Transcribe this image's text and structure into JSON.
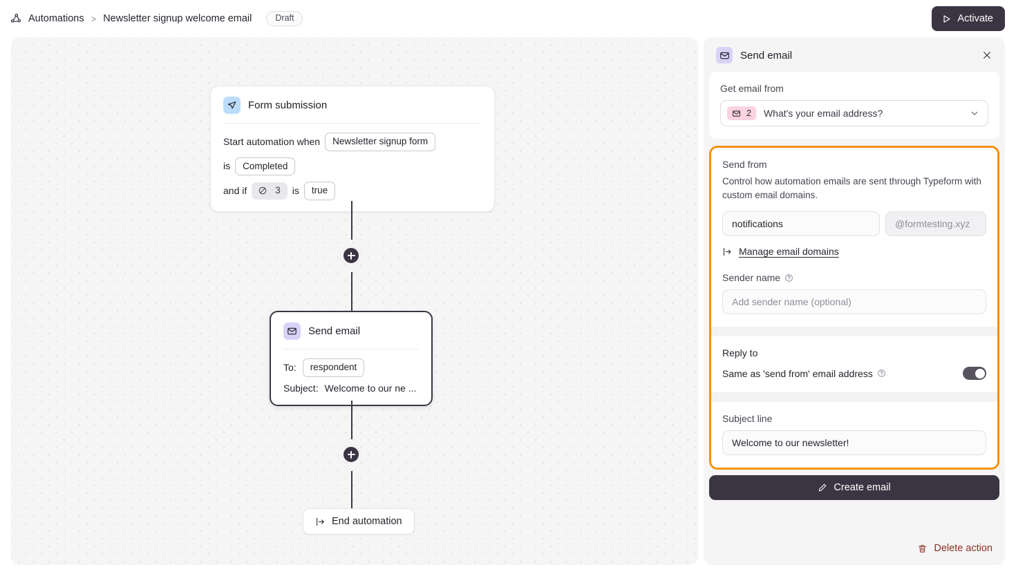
{
  "header": {
    "breadcrumb_icon": "workflow-icon",
    "breadcrumb_root": "Automations",
    "breadcrumb_separator": ">",
    "breadcrumb_current": "Newsletter signup welcome email",
    "status_badge": "Draft",
    "activate_label": "Activate",
    "activate_icon": "play-icon",
    "activate_bg": "#3b3543"
  },
  "canvas": {
    "trigger_card": {
      "icon": "paper-plane-icon",
      "icon_bg": "#bcdcfb",
      "title": "Form submission",
      "row1_prefix": "Start automation when",
      "row1_chip": "Newsletter signup form",
      "row2_prefix": "is",
      "row2_chip": "Completed",
      "row3_prefix": "and if",
      "row3_field_icon": "circle-slash-icon",
      "row3_field_count": "3",
      "row3_mid": "is",
      "row3_chip": "true"
    },
    "action_card": {
      "icon": "envelope-icon",
      "icon_bg": "#d9d2f7",
      "title": "Send email",
      "to_label": "To:",
      "to_chip": "respondent",
      "subject_label": "Subject:",
      "subject_value": "Welcome to our ne ..."
    },
    "add_step_icon": "plus-icon",
    "end_button": {
      "icon": "exit-icon",
      "label": "End automation"
    }
  },
  "panel": {
    "icon": "envelope-icon",
    "title": "Send email",
    "close_icon": "close-icon",
    "get_email_from": {
      "label": "Get email from",
      "badge_icon": "envelope-icon",
      "badge_number": "2",
      "badge_bg": "#fbd2e0",
      "value": "What's your email address?",
      "chevron_icon": "chevron-down-icon"
    },
    "highlight_color": "#f79009",
    "send_from": {
      "label": "Send from",
      "description": "Control how automation emails are sent through Typeform with custom email domains.",
      "local_value": "notifications",
      "domain_placeholder": "@formtesting.xyz",
      "manage_link": "Manage email domains",
      "manage_link_icon": "external-link-icon"
    },
    "sender_name": {
      "label": "Sender name",
      "help_icon": "question-circle-icon",
      "placeholder": "Add sender name (optional)",
      "value": ""
    },
    "reply_to": {
      "label": "Reply to",
      "toggle_label": "Same as 'send from' email address",
      "help_icon": "question-circle-icon",
      "toggle_state": "on"
    },
    "subject_line": {
      "label": "Subject line",
      "value": "Welcome to our newsletter!"
    },
    "create_email": {
      "icon": "pencil-icon",
      "label": "Create email"
    },
    "delete_action": {
      "icon": "trash-icon",
      "label": "Delete action",
      "color": "#8b2f21"
    }
  }
}
